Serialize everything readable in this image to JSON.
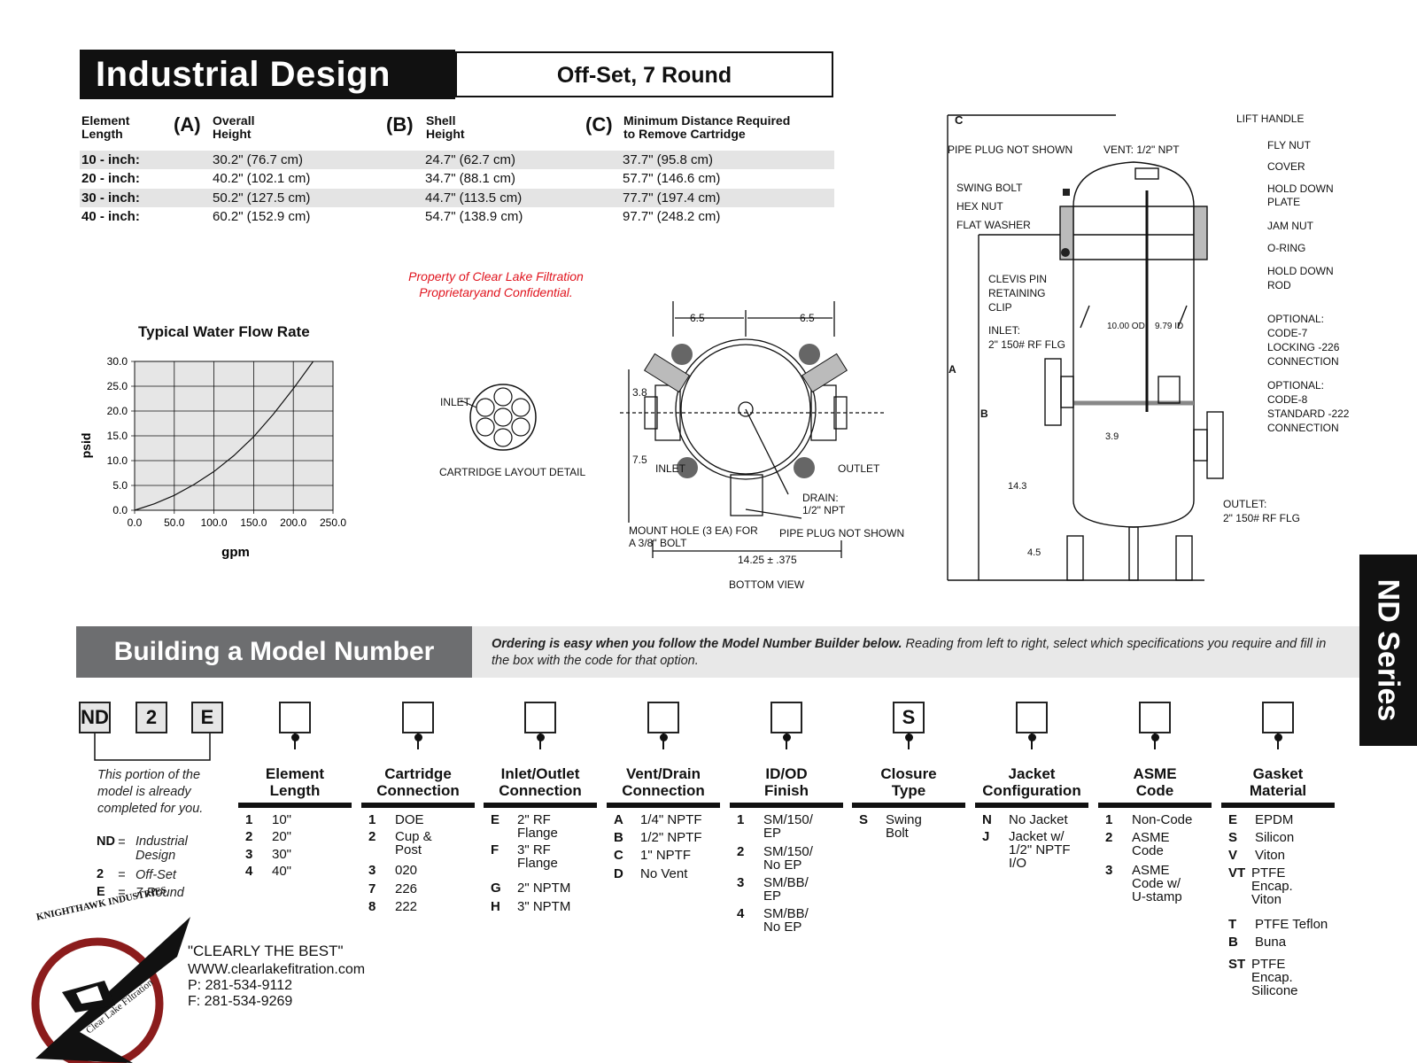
{
  "header": {
    "title": "Industrial Design",
    "subtitle": "Off-Set, 7 Round"
  },
  "dimensions": {
    "col_element": "Element\nLength",
    "col_a_letter": "(A)",
    "col_a": "Overall\nHeight",
    "col_b_letter": "(B)",
    "col_b": "Shell\nHeight",
    "col_c_letter": "(C)",
    "col_c": "Minimum Distance Required\nto Remove Cartridge",
    "rows": [
      {
        "len": "10 - inch:",
        "a": "30.2\" (76.7 cm)",
        "b": "24.7\" (62.7 cm)",
        "c": "37.7\" (95.8 cm)"
      },
      {
        "len": "20 - inch:",
        "a": "40.2\" (102.1 cm)",
        "b": "34.7\" (88.1 cm)",
        "c": "57.7\" (146.6 cm)"
      },
      {
        "len": "30 - inch:",
        "a": "50.2\" (127.5 cm)",
        "b": "44.7\" (113.5 cm)",
        "c": "77.7\" (197.4 cm)"
      },
      {
        "len": "40 - inch:",
        "a": "60.2\" (152.9 cm)",
        "b": "54.7\" (138.9 cm)",
        "c": "97.7\" (248.2 cm)"
      }
    ]
  },
  "proprietary": "Property of Clear Lake Filtration\nProprietaryand Confidential.",
  "chart_data": {
    "type": "line",
    "title": "Typical Water Flow Rate",
    "xlabel": "gpm",
    "ylabel": "psid",
    "x_ticks": [
      "0.0",
      "50.0",
      "100.0",
      "150.0",
      "200.0",
      "250.0"
    ],
    "y_ticks": [
      "0.0",
      "5.0",
      "10.0",
      "15.0",
      "20.0",
      "25.0",
      "30.0"
    ],
    "xlim": [
      0,
      250
    ],
    "ylim": [
      0,
      30
    ],
    "grid": true,
    "x": [
      0,
      25,
      50,
      75,
      100,
      125,
      150,
      175,
      200,
      225
    ],
    "y": [
      0,
      1.3,
      3.0,
      5.2,
      7.8,
      11.0,
      14.8,
      19.4,
      24.5,
      30.0
    ]
  },
  "cartridge_detail": {
    "inlet": "INLET",
    "caption": "CARTRIDGE LAYOUT DETAIL"
  },
  "bottom_view": {
    "dim_left": "6.5",
    "dim_right": "6.5",
    "dim_38": "3.8",
    "dim_75": "7.5",
    "inlet": "INLET",
    "outlet": "OUTLET",
    "drain": "DRAIN:\n1/2\" NPT",
    "mount": "MOUNT HOLE (3 EA) FOR\nA 3/8\" BOLT",
    "plug": "PIPE PLUG NOT SHOWN",
    "width": "14.25 ± .375",
    "caption": "BOTTOM VIEW"
  },
  "side_view": {
    "c_label": "C",
    "pipe_plug": "PIPE PLUG NOT SHOWN",
    "vent": "VENT: 1/2\" NPT",
    "lift_handle": "LIFT HANDLE",
    "fly_nut": "FLY NUT",
    "cover": "COVER",
    "hold_down_plate": "HOLD DOWN\nPLATE",
    "jam_nut": "JAM NUT",
    "oring": "O-RING",
    "hold_down_rod": "HOLD DOWN\nROD",
    "swing_bolt": "SWING BOLT",
    "hex_nut": "HEX NUT",
    "flat_washer": "FLAT WASHER",
    "clevis": "CLEVIS PIN\nRETAINING\nCLIP",
    "inlet": "INLET:\n2\" 150# RF FLG",
    "od": "10.00 OD",
    "id": "9.79 ID",
    "opt7": "OPTIONAL:\nCODE-7\nLOCKING -226\nCONNECTION",
    "opt8": "OPTIONAL:\nCODE-8\nSTANDARD -222\nCONNECTION",
    "a": "A",
    "b": "B",
    "d39": "3.9",
    "d143": "14.3",
    "d45": "4.5",
    "outlet": "OUTLET:\n2\" 150# RF FLG"
  },
  "model": {
    "title": "Building a Model Number",
    "intro_bold": "Ordering is easy when you follow the Model Number Builder below.",
    "intro_rest": " Reading from left to right, select which specifications you require and fill in the box with the code for that option.",
    "side_tab": "ND Series",
    "prefix": [
      "ND",
      "2",
      "E"
    ],
    "note": "This portion of the\nmodel is already\ncompleted for you.",
    "legend": [
      {
        "code": "ND",
        "desc": "Industrial\nDesign"
      },
      {
        "code": "2",
        "desc": "Off-Set"
      },
      {
        "code": "E",
        "desc": "7 Round"
      }
    ],
    "columns": [
      {
        "title": "Element\nLength",
        "box": "",
        "options": [
          [
            "1",
            "10\""
          ],
          [
            "2",
            "20\""
          ],
          [
            "3",
            "30\""
          ],
          [
            "4",
            "40\""
          ]
        ]
      },
      {
        "title": "Cartridge\nConnection",
        "box": "",
        "options": [
          [
            "1",
            "DOE"
          ],
          [
            "2",
            "Cup &\nPost"
          ],
          [
            "3",
            "020"
          ],
          [
            "7",
            "226"
          ],
          [
            "8",
            "222"
          ]
        ]
      },
      {
        "title": "Inlet/Outlet\nConnection",
        "box": "",
        "options": [
          [
            "E",
            "2\" RF\nFlange"
          ],
          [
            "F",
            "3\" RF\nFlange"
          ],
          [
            "G",
            "2\" NPTM"
          ],
          [
            "H",
            "3\" NPTM"
          ]
        ]
      },
      {
        "title": "Vent/Drain\nConnection",
        "box": "",
        "options": [
          [
            "A",
            "1/4\" NPTF"
          ],
          [
            "B",
            "1/2\" NPTF"
          ],
          [
            "C",
            "1\" NPTF"
          ],
          [
            "D",
            "No Vent"
          ]
        ]
      },
      {
        "title": "ID/OD\nFinish",
        "box": "",
        "options": [
          [
            "1",
            "SM/150/\nEP"
          ],
          [
            "2",
            "SM/150/\nNo EP"
          ],
          [
            "3",
            "SM/BB/\nEP"
          ],
          [
            "4",
            "SM/BB/\nNo EP"
          ]
        ]
      },
      {
        "title": "Closure\nType",
        "box": "S",
        "options": [
          [
            "S",
            "Swing\nBolt"
          ]
        ]
      },
      {
        "title": "Jacket\nConfiguration",
        "box": "",
        "options": [
          [
            "N",
            "No Jacket"
          ],
          [
            "J",
            "Jacket w/\n1/2\" NPTF\nI/O"
          ]
        ]
      },
      {
        "title": "ASME\nCode",
        "box": "",
        "options": [
          [
            "1",
            "Non-Code"
          ],
          [
            "2",
            "ASME\nCode"
          ],
          [
            "3",
            "ASME\nCode w/\nU-stamp"
          ]
        ]
      },
      {
        "title": "Gasket\nMaterial",
        "box": "",
        "options": [
          [
            "E",
            "EPDM"
          ],
          [
            "S",
            "Silicon"
          ],
          [
            "V",
            "Viton"
          ],
          [
            "VT",
            "PTFE\nEncap.\nViton"
          ],
          [
            "T",
            "PTFE Teflon"
          ],
          [
            "B",
            "Buna"
          ],
          [
            "ST",
            "PTFE\nEncap.\nSilicone"
          ]
        ]
      }
    ]
  },
  "footer": {
    "logo_text_top": "KNIGHTHAWK INDUSTRIES",
    "logo_text_bottom": "Clear Lake Filtration",
    "tagline": "\"CLEARLY THE BEST\"",
    "web": "WWW.clearlakefitration.com",
    "phone": "P: 281-534-9112",
    "fax": "F: 281-534-9269"
  }
}
